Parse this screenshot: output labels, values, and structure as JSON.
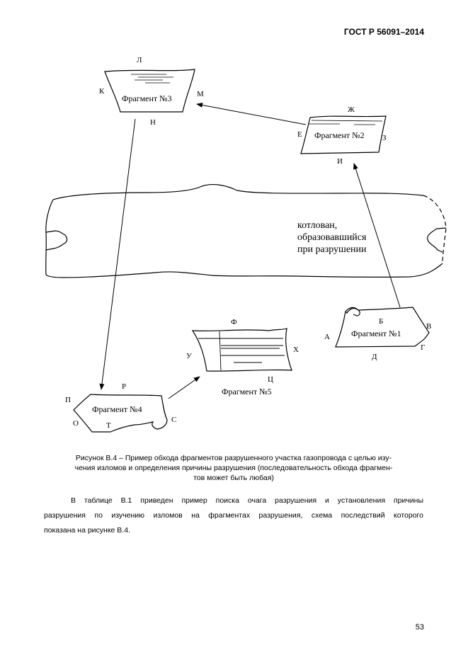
{
  "header": {
    "doc_code": "ГОСТ Р 56091–2014"
  },
  "figure": {
    "pit_label": [
      "котлован,",
      "образовавшийся",
      "при разрушении"
    ],
    "fragments": [
      {
        "name": "Фрагмент №1",
        "labels": [
          "А",
          "Б",
          "В",
          "Г",
          "Д"
        ]
      },
      {
        "name": "Фрагмент №2",
        "labels": [
          "Е",
          "Ж",
          "З",
          "И"
        ]
      },
      {
        "name": "Фрагмент №3",
        "labels": [
          "К",
          "Л",
          "М",
          "Н"
        ]
      },
      {
        "name": "Фрагмент №4",
        "labels": [
          "О",
          "П",
          "Р",
          "С",
          "Т"
        ]
      },
      {
        "name": "Фрагмент №5",
        "labels": [
          "У",
          "Ф",
          "Х",
          "Ц"
        ]
      }
    ]
  },
  "caption": {
    "lines": [
      "Рисунок В.4 – Пример обхода фрагментов разрушенного участка газопровода с целью изу-",
      "чения изломов и определения причины разрушения (последовательность обхода фрагмен-",
      "тов может быть любая)"
    ]
  },
  "paragraph": {
    "lines": [
      "В таблице В.1 приведен пример поиска очага разрушения и установления причины",
      "разрушения по изучению изломов  на фрагментах разрушения, схема последствий которого",
      "показана на рисунке В.4."
    ]
  },
  "page_number": "53"
}
